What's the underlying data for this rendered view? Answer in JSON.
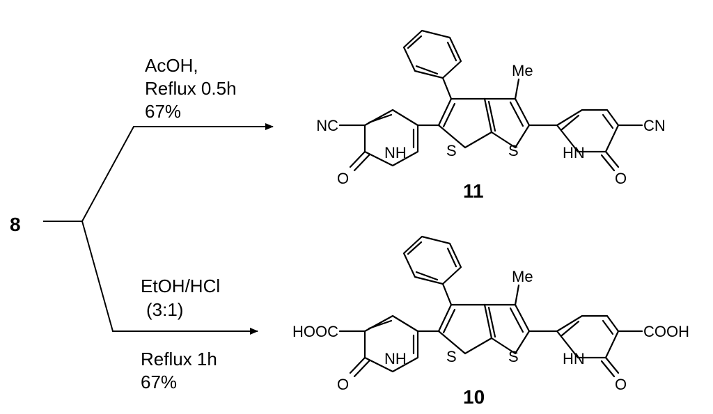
{
  "starting_material": "8",
  "upper_route": {
    "conditions": [
      "AcOH,",
      "Reflux 0.5h",
      "67%"
    ],
    "product": {
      "id": "11",
      "left_group": "NC",
      "right_group": "CN",
      "methyl": "Me",
      "left_nh": "NH",
      "right_nh": "HN",
      "oxygen": "O",
      "sulfur": "S"
    }
  },
  "lower_route": {
    "conditions_above": [
      "EtOH/HCl",
      "(3:1)"
    ],
    "conditions_below": [
      "Reflux 1h",
      "67%"
    ],
    "product": {
      "id": "10",
      "left_group": "HOOC",
      "right_group": "COOH",
      "methyl": "Me",
      "left_nh": "NH",
      "right_nh": "HN",
      "oxygen": "O",
      "sulfur": "S"
    }
  }
}
